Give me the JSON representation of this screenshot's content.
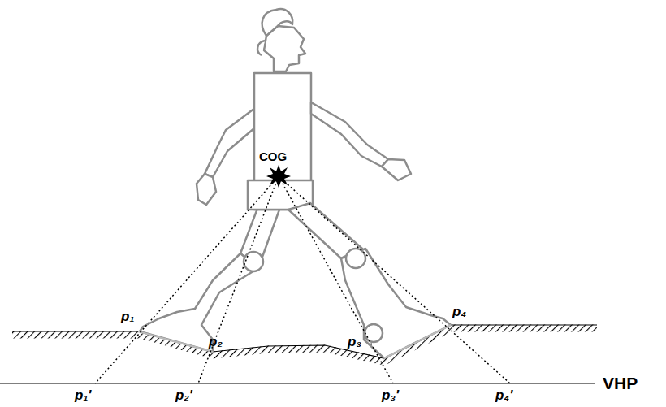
{
  "diagram": {
    "labels": [
      "COG",
      "p₁",
      "p₂",
      "p₃",
      "p₄",
      "p₁'",
      "p₂'",
      "p₃'",
      "p₄'",
      "VHP"
    ]
  }
}
